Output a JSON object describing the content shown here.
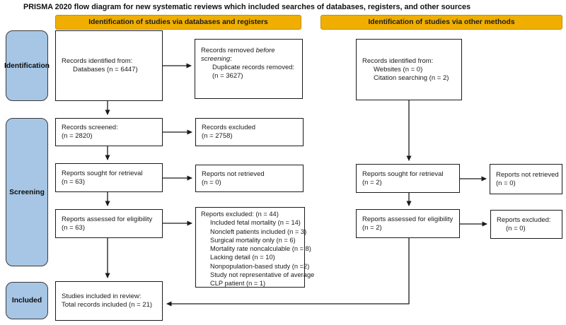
{
  "title": "PRISMA 2020 flow diagram for new systematic reviews which included searches of databases, registers, and other sources",
  "headers": {
    "databases": "Identification of studies via databases and registers",
    "other": "Identification of studies via other methods"
  },
  "stages": {
    "identification": "Identification",
    "screening": "Screening",
    "included": "Included"
  },
  "colors": {
    "header_fill": "#F0AF00",
    "header_border": "#C68E00",
    "stage_fill": "#A7C6E5",
    "stage_border": "#3A3A3A",
    "box_border": "#1A1A1A",
    "arrow": "#1A1A1A"
  },
  "boxes": {
    "records_identified_db": {
      "line1": "Records identified from:",
      "line2": "Databases (n = 6447)"
    },
    "records_removed": {
      "pre": "Records removed ",
      "italic": "before screening",
      "post": ":",
      "line2": "Duplicate records removed:",
      "line3": "(n = 3627)"
    },
    "records_screened": {
      "line1": "Records screened:",
      "line2": "(n = 2820)"
    },
    "records_excluded": {
      "line1": "Records excluded",
      "line2": "(n = 2758)"
    },
    "reports_sought_db": {
      "line1": "Reports sought for retrieval",
      "line2": "(n = 63)"
    },
    "reports_not_retrieved_db": {
      "line1": "Reports not retrieved",
      "line2": "(n = 0)"
    },
    "reports_assessed_db": {
      "line1": "Reports assessed for eligibility",
      "line2": "(n = 63)"
    },
    "reports_excluded_db": {
      "title": "Reports excluded: (n = 44)",
      "items": [
        "Included fetal mortality (n = 14)",
        "Noncleft patients included (n = 3)",
        "Surgical mortality only (n = 6)",
        "Mortality rate noncalculable (n = 8)",
        "Lacking detail (n = 10)",
        "Nonpopulation-based study (n =2)",
        "Study not representative of average",
        "CLP patient (n = 1)"
      ]
    },
    "studies_included": {
      "line1": "Studies included in review:",
      "line2": "Total records included (n = 21)"
    },
    "records_identified_other": {
      "line1": "Records identified from:",
      "line2": "Websites (n = 0)",
      "line3": "Citation searching (n = 2)"
    },
    "reports_sought_other": {
      "line1": "Reports sought for retrieval",
      "line2": "(n = 2)"
    },
    "reports_not_retrieved_other": {
      "line1": "Reports not retrieved",
      "line2": "(n = 0)"
    },
    "reports_assessed_other": {
      "line1": "Reports assessed for eligibility",
      "line2": "(n = 2)"
    },
    "reports_excluded_other": {
      "line1": "Reports excluded:",
      "line2": "(n = 0)"
    }
  }
}
